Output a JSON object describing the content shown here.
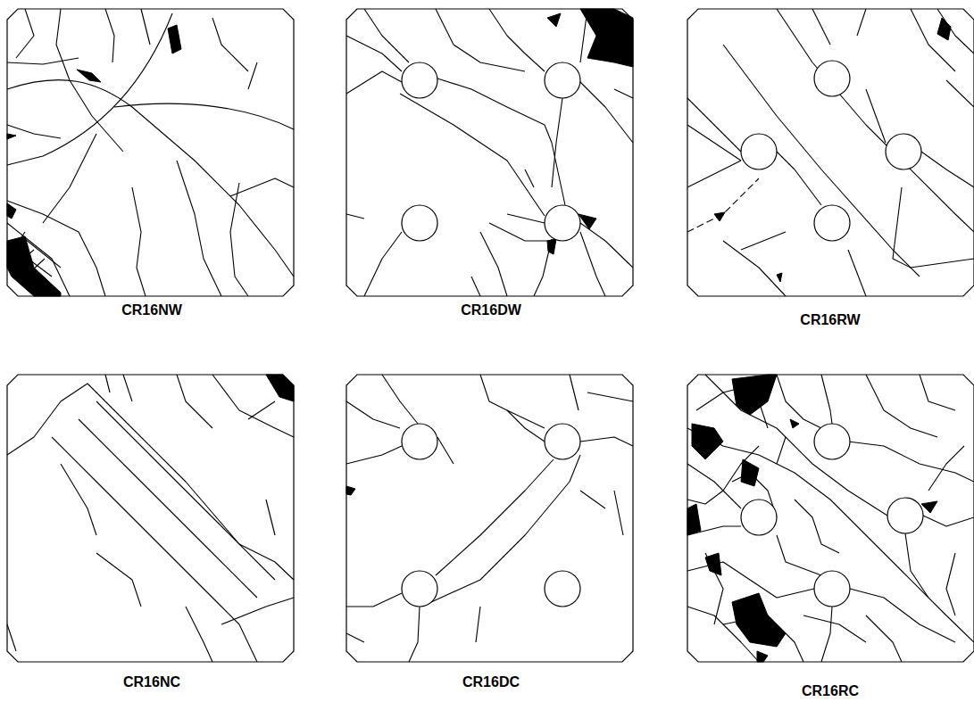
{
  "diagram": {
    "labels": [
      "CR16NW",
      "CR16DW",
      "CR16RW",
      "CR16NC",
      "CR16DC",
      "CR16RC"
    ]
  }
}
